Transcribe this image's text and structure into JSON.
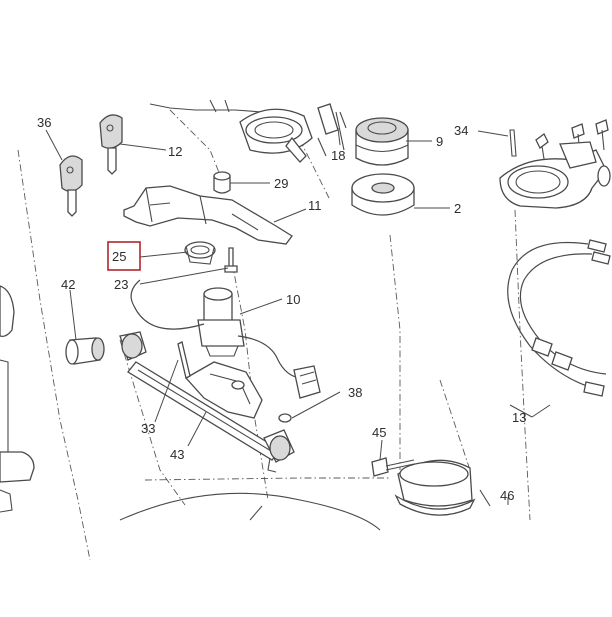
{
  "diagram": {
    "callouts": [
      {
        "id": "36",
        "label": "36"
      },
      {
        "id": "12",
        "label": "12"
      },
      {
        "id": "18",
        "label": "18"
      },
      {
        "id": "9",
        "label": "9"
      },
      {
        "id": "34",
        "label": "34"
      },
      {
        "id": "29",
        "label": "29"
      },
      {
        "id": "11",
        "label": "11"
      },
      {
        "id": "2",
        "label": "2"
      },
      {
        "id": "25",
        "label": "25",
        "highlighted": true
      },
      {
        "id": "23",
        "label": "23"
      },
      {
        "id": "42",
        "label": "42"
      },
      {
        "id": "10",
        "label": "10"
      },
      {
        "id": "38",
        "label": "38"
      },
      {
        "id": "13",
        "label": "13"
      },
      {
        "id": "33",
        "label": "33"
      },
      {
        "id": "43",
        "label": "43"
      },
      {
        "id": "45",
        "label": "45"
      },
      {
        "id": "46",
        "label": "46"
      }
    ],
    "highlight_color": "#b3262d"
  }
}
